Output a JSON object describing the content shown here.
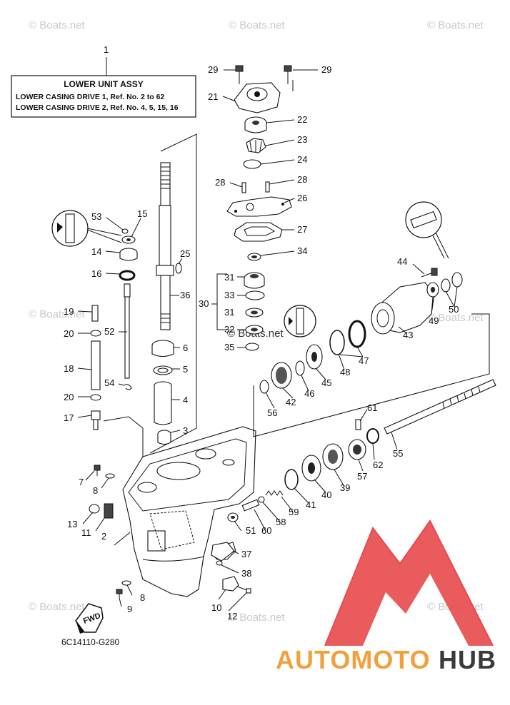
{
  "title_box": {
    "ref": "1",
    "title": "LOWER UNIT ASSY",
    "row1": "LOWER CASING DRIVE 1,  Ref. No. 2 to 62",
    "row2": "LOWER CASING DRIVE 2,  Ref. No. 4, 5, 15, 16"
  },
  "watermark": "© Boats.net",
  "fwd_label": "FWD",
  "diagram_code": "6C14110-G280",
  "brand": {
    "part1": "AUTOMOTO",
    "part2": "HUB"
  },
  "callouts": {
    "c2": "2",
    "c3": "3",
    "c4": "4",
    "c5": "5",
    "c6": "6",
    "c7": "7",
    "c8a": "8",
    "c8b": "8",
    "c9": "9",
    "c10": "10",
    "c11": "11",
    "c12": "12",
    "c13": "13",
    "c14": "14",
    "c15": "15",
    "c16": "16",
    "c17": "17",
    "c18": "18",
    "c19": "19",
    "c20a": "20",
    "c20b": "20",
    "c21": "21",
    "c22": "22",
    "c23": "23",
    "c24": "24",
    "c25": "25",
    "c26": "26",
    "c27": "27",
    "c28a": "28",
    "c28b": "28",
    "c29a": "29",
    "c29b": "29",
    "c30": "30",
    "c31": "31",
    "c32": "32",
    "c33": "33",
    "c34": "34",
    "c35": "35",
    "c36": "36",
    "c37": "37",
    "c38": "38",
    "c39": "39",
    "c40": "40",
    "c41": "41",
    "c42": "42",
    "c43": "43",
    "c44": "44",
    "c45": "45",
    "c46": "46",
    "c47": "47",
    "c48": "48",
    "c49": "49",
    "c50": "50",
    "c51": "51",
    "c52": "52",
    "c53": "53",
    "c54": "54",
    "c55": "55",
    "c56": "56",
    "c57": "57",
    "c58": "58",
    "c59": "59",
    "c60": "60",
    "c61": "61",
    "c62": "62",
    "c31b": "31"
  },
  "colors": {
    "brand_orange": "#f0a13c",
    "brand_dark": "#3a3a3a",
    "logo_red": "#e8494d",
    "watermark": "#c9c9c9"
  }
}
